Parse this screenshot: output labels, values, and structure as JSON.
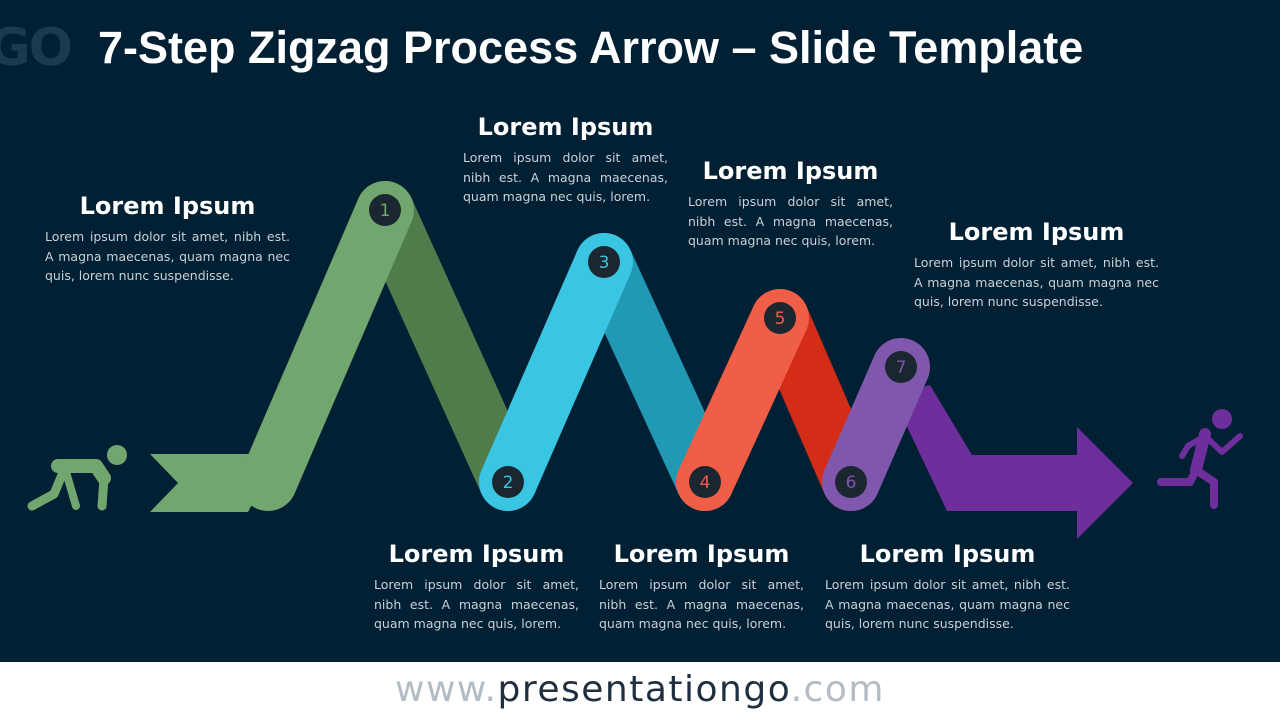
{
  "slide": {
    "title": "7-Step Zigzag Process Arrow – Slide Template",
    "logo_fragment": "GO"
  },
  "colors": {
    "background": "#012033",
    "green": "#71a66e",
    "green_dark": "#4f7c4b",
    "cyan": "#3ac5e2",
    "cyan_dark": "#2199b5",
    "coral": "#f05e47",
    "coral_dark": "#d32d18",
    "violet": "#7f57ad",
    "purple": "#6e2e9c",
    "badge": "#1a2730"
  },
  "steps": [
    {
      "number": "1",
      "title": "Lorem Ipsum",
      "body": "Lorem ipsum dolor sit amet, nibh est. A magna maecenas, quam magna nec quis, lorem nunc suspendisse."
    },
    {
      "number": "2",
      "title": "Lorem Ipsum",
      "body": "Lorem ipsum dolor sit amet, nibh est. A magna maecenas, quam magna nec quis, lorem."
    },
    {
      "number": "3",
      "title": "Lorem Ipsum",
      "body": "Lorem ipsum dolor sit amet, nibh est. A magna maecenas, quam magna nec quis, lorem."
    },
    {
      "number": "4",
      "title": "Lorem Ipsum",
      "body": "Lorem ipsum dolor sit amet, nibh est. A magna maecenas, quam magna nec quis, lorem."
    },
    {
      "number": "5",
      "title": "Lorem Ipsum",
      "body": "Lorem ipsum dolor sit amet, nibh est. A magna maecenas, quam magna nec quis, lorem."
    },
    {
      "number": "6",
      "title": "Lorem Ipsum",
      "body": "Lorem ipsum dolor sit amet, nibh est. A magna maecenas, quam magna nec quis, lorem nunc suspendisse."
    },
    {
      "number": "7",
      "title": "Lorem Ipsum",
      "body": "Lorem ipsum dolor sit amet, nibh est. A magna maecenas, quam magna nec quis, lorem nunc suspendisse."
    }
  ],
  "icons": {
    "start": "crouching-runner-icon",
    "end": "running-person-icon"
  },
  "footer": {
    "prefix": "www.",
    "brand": "presentationgo",
    "suffix": ".com"
  }
}
